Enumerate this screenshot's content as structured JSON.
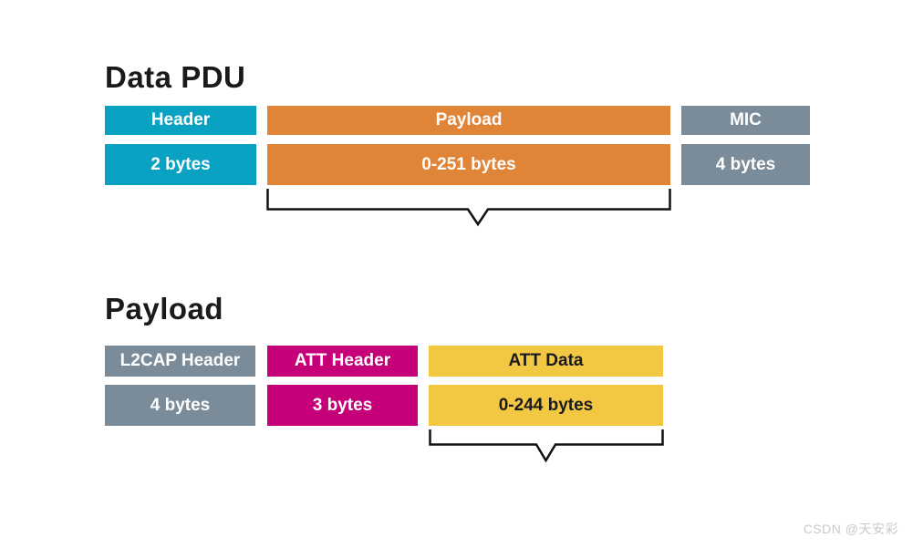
{
  "page": {
    "background": "#ffffff",
    "text_color": "#1a1a1a"
  },
  "colors": {
    "teal": "#0aa2c2",
    "orange": "#e08538",
    "gray": "#7a8b99",
    "magenta": "#c60078",
    "yellow": "#f2c842",
    "white_text": "#ffffff",
    "dark_text": "#1a1a1a",
    "brace_stroke": "#111111"
  },
  "sections": [
    {
      "title": "Data PDU",
      "fields": [
        {
          "name": "Header",
          "size": "2 bytes",
          "color": "#0aa2c2",
          "text_color": "#ffffff"
        },
        {
          "name": "Payload",
          "size": "0-251 bytes",
          "color": "#e08538",
          "text_color": "#ffffff",
          "brace_below": true
        },
        {
          "name": "MIC",
          "size": "4 bytes",
          "color": "#7a8b99",
          "text_color": "#ffffff"
        }
      ]
    },
    {
      "title": "Payload",
      "fields": [
        {
          "name": "L2CAP Header",
          "size": "4 bytes",
          "color": "#7a8b99",
          "text_color": "#ffffff"
        },
        {
          "name": "ATT Header",
          "size": "3 bytes",
          "color": "#c60078",
          "text_color": "#ffffff"
        },
        {
          "name": "ATT Data",
          "size": "0-244 bytes",
          "color": "#f2c842",
          "text_color": "#1a1a1a",
          "brace_below": true
        }
      ]
    }
  ],
  "watermark": {
    "text": "CSDN @天安彩",
    "color": "#c9c9c9"
  }
}
